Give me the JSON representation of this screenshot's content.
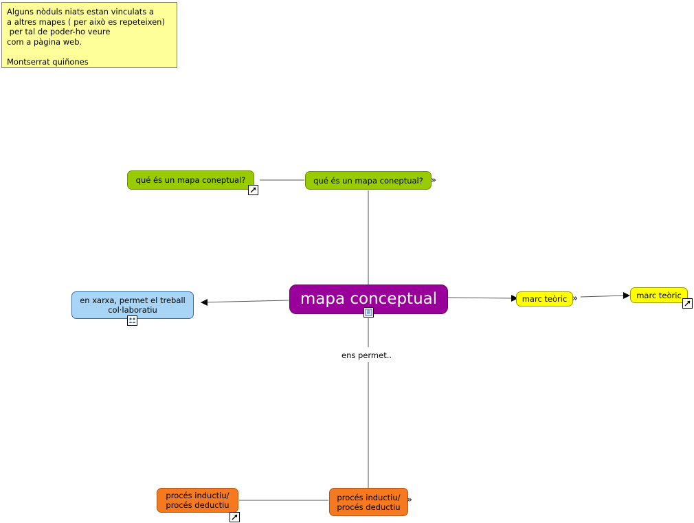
{
  "note": {
    "text": "Alguns nòduls niats estan vinculats a\na altres mapes ( per això es repeteixen)\n per tal de poder-ho veure\ncom a pàgina web.\n\nMontserrat quiñones"
  },
  "nodes": {
    "central": {
      "label": "mapa conceptual",
      "color": "#990099"
    },
    "question_left": {
      "label": "qué és un mapa coneptual?",
      "color": "#99cc00"
    },
    "question_center": {
      "label": "qué és un mapa coneptual?",
      "color": "#99cc00"
    },
    "network": {
      "label": "en xarxa, permet el treball\ncol·laboratiu",
      "color": "#a8d4f5"
    },
    "theory_near": {
      "label": "marc teòric",
      "color": "#ffff00"
    },
    "theory_far": {
      "label": "marc teòric",
      "color": "#ffff00"
    },
    "process_left": {
      "label": "procés inductiu/\nprocés deductiu",
      "color": "#f47920"
    },
    "process_center": {
      "label": "procés inductiu/\nprocés deductiu",
      "color": "#f47920"
    }
  },
  "edge_labels": {
    "ens_permet": "ens permet.."
  },
  "badges": {
    "link_arrow": "link-arrow-icon",
    "folded_map": "folded-map-icon",
    "people": "people-icon",
    "chevrons": "double-chevron-icon"
  }
}
